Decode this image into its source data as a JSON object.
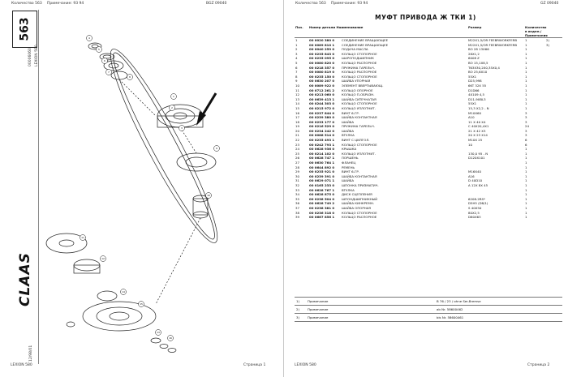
{
  "left_page": {
    "header": {
      "quantity": "Количество 563",
      "note": "Примечание: 93 94",
      "code": "BGZ 09040"
    },
    "section_number": "563",
    "vertical_codes": [
      "00006060",
      "LEXION 580"
    ],
    "diagram_callouts": [
      "1",
      "2",
      "3",
      "4",
      "5",
      "6",
      "7",
      "8",
      "9",
      "10",
      "11",
      "12",
      "13",
      "14",
      "15",
      "16",
      "17",
      "18",
      "19",
      "20",
      "21",
      "22",
      "23",
      "24",
      "25",
      "26",
      "27",
      "28",
      "29",
      "30",
      "31",
      "32",
      "33",
      "34",
      "35",
      "36",
      "37",
      "38"
    ],
    "brand": "CLAAS",
    "side_date": "12/98/01",
    "footer": {
      "model": "LEXION 580",
      "page": "Страница 1"
    }
  },
  "right_page": {
    "header": {
      "quantity": "Количество 563",
      "note": "Примечание: 93 94",
      "code": "GZ 09040"
    },
    "title": "МУФТ ПРИВОДА Ж ТКИ 1)",
    "columns": {
      "pos": "Поз.",
      "part": "Номер детали Наименование",
      "size": "Размер",
      "qty": "Количество в издел./ Примечания",
      "note": ""
    },
    "rows": [
      {
        "pos": "1",
        "part": "00 0020 380 0",
        "name": "СОЕДИНЕНИЕ ВРАЩАЮЩЕЕ",
        "size": "M22X1,5/OR FEEBRWORKFERB",
        "qty": "1",
        "note": "2)"
      },
      {
        "pos": "1",
        "part": "00 0089 810 1",
        "name": "СОЕДИНЕНИЕ ВРАЩАЮЩЕЕ",
        "size": "M22X1,5/OR FEEBRWORKFERB",
        "qty": "1",
        "note": "3)"
      },
      {
        "pos": "2",
        "part": "00 0040 259 0",
        "name": "ПОДАЧА МАСЛА",
        "size": "BO 28 13X66",
        "qty": "1",
        "note": ""
      },
      {
        "pos": "3",
        "part": "00 0235 843 0",
        "name": "КОЛЬЦО СТОПОРНОЕ",
        "size": "28X1,2",
        "qty": "1",
        "note": ""
      },
      {
        "pos": "4",
        "part": "00 0235 095 0",
        "name": "ШАРОПОДШИПНИК",
        "size": "6008 Z",
        "qty": "1",
        "note": ""
      },
      {
        "pos": "5",
        "part": "00 0080 820 0",
        "name": "КОЛЬЦО РАСПОРНОЕ",
        "size": "BO 15,1X8,5",
        "qty": "1",
        "note": ""
      },
      {
        "pos": "6",
        "part": "00 0218 357 0",
        "name": "ПРУЖИНА ТАРЕЛЬЧ.",
        "size": "T63X30,2X0,35X0,4",
        "qty": "1",
        "note": ""
      },
      {
        "pos": "7",
        "part": "00 0080 819 0",
        "name": "КОЛЬЦО РАСПОРНОЕ",
        "size": "BO 25,6X10",
        "qty": "1",
        "note": ""
      },
      {
        "pos": "8",
        "part": "00 0235 150 0",
        "name": "КОЛЬЦО СТОПОРНОЕ",
        "size": "55X1",
        "qty": "1",
        "note": ""
      },
      {
        "pos": "9",
        "part": "00 0630 207 0",
        "name": "ШАЙБА УПОРНАЯ",
        "size": "D25,998",
        "qty": "1",
        "note": ""
      },
      {
        "pos": "10",
        "part": "00 0089 922 0",
        "name": "ЭЛЕМЕНТ ВВЕРТЫВАЮЩ.",
        "size": "6KT 32X 55",
        "qty": "1",
        "note": ""
      },
      {
        "pos": "11",
        "part": "00 0712 261 2",
        "name": "КОЛЬЦО ОПОРНОЕ",
        "size": "D1D66",
        "qty": "1",
        "note": ""
      },
      {
        "pos": "12",
        "part": "00 0213 060 0",
        "name": "КОЛЬЦО П-ОБРАЗН.",
        "size": "4X109 4,5",
        "qty": "1",
        "note": ""
      },
      {
        "pos": "13",
        "part": "00 0639 413 1",
        "name": "ШАЙБА СИТЕЧНАТАЯ",
        "size": "D11,9XBL3",
        "qty": "1",
        "note": ""
      },
      {
        "pos": "14",
        "part": "00 0244 303 0",
        "name": "КОЛЬЦО СТОПОРНОЕ",
        "size": "55X1",
        "qty": "1",
        "note": ""
      },
      {
        "pos": "15",
        "part": "00 0215 972 0",
        "name": "КОЛЬЦО УПЛОТНИТ.",
        "size": "15,3 X2,2 - N",
        "qty": "1",
        "note": ""
      },
      {
        "pos": "16",
        "part": "00 0237 844 0",
        "name": "ВИНТ 6-ГР.",
        "size": "M10X60",
        "qty": "3",
        "note": ""
      },
      {
        "pos": "17",
        "part": "00 0239 380 0",
        "name": "ШАЙБА КОНТАКТНАЯ",
        "size": "A10",
        "qty": "3",
        "note": ""
      },
      {
        "pos": "18",
        "part": "00 0233 177 0",
        "name": "ШАЙБА",
        "size": "11 X 40 X4",
        "qty": "3",
        "note": ""
      },
      {
        "pos": "19",
        "part": "00 0216 529 0",
        "name": "ПРУЖИНА ТАРЕЛЬЧ.",
        "size": "C 40X20,4X1",
        "qty": "24",
        "note": ""
      },
      {
        "pos": "20",
        "part": "00 0234 242 0",
        "name": "ШАЙБА",
        "size": "21 X 42 X3",
        "qty": "3",
        "note": ""
      },
      {
        "pos": "21",
        "part": "00 0088 514 0",
        "name": "ВТУЛКА",
        "size": "20 X 23 X14",
        "qty": "3",
        "note": ""
      },
      {
        "pos": "22",
        "part": "00 0235 493 1",
        "name": "ВИНТ С ЦИЛГОЛ.",
        "size": "M10X 25",
        "qty": "6",
        "note": ""
      },
      {
        "pos": "23",
        "part": "00 0242 793 1",
        "name": "КОЛЬЦО СТОПОРНОЕ",
        "size": "10",
        "qty": "6",
        "note": ""
      },
      {
        "pos": "24",
        "part": "00 0628 936 0",
        "name": "КРЫШКА",
        "size": "",
        "qty": "1",
        "note": ""
      },
      {
        "pos": "25",
        "part": "00 0214 102 0",
        "name": "КОЛЬЦО УПЛОТНИТ.",
        "size": "130,0 95 - N",
        "qty": "1",
        "note": ""
      },
      {
        "pos": "26",
        "part": "00 0628 747 1",
        "name": "ПОРШЕНЬ",
        "size": "D120X101",
        "qty": "1",
        "note": ""
      },
      {
        "pos": "27",
        "part": "00 0630 764 1",
        "name": "ФЛАНЕЦ",
        "size": "",
        "qty": "1",
        "note": ""
      },
      {
        "pos": "28",
        "part": "00 0644 892 0",
        "name": "РЕМЕНЬ",
        "size": "",
        "qty": "1",
        "note": ""
      },
      {
        "pos": "29",
        "part": "00 0235 921 0",
        "name": "ВИНТ 6-ГР.",
        "size": "M16X40",
        "qty": "1",
        "note": ""
      },
      {
        "pos": "30",
        "part": "00 0239 391 0",
        "name": "ШАЙБА КОНТАКТНАЯ",
        "size": "A16",
        "qty": "1",
        "note": ""
      },
      {
        "pos": "31",
        "part": "00 0629 071 1",
        "name": "ШАЙБА",
        "size": "D 40D10",
        "qty": "1",
        "note": ""
      },
      {
        "pos": "32",
        "part": "00 0165 233 0",
        "name": "ШПОНКА ПРИЗМАТИЧ.",
        "size": "A 12X 8X 45",
        "qty": "1",
        "note": ""
      },
      {
        "pos": "33",
        "part": "00 0628 767 1",
        "name": "ВТУЛКА",
        "size": "",
        "qty": "1",
        "note": ""
      },
      {
        "pos": "34",
        "part": "00 0628 875 0",
        "name": "ДИСК СЦЕПЛЕНИЯ",
        "size": "",
        "qty": "1",
        "note": ""
      },
      {
        "pos": "35",
        "part": "00 0238 504 0",
        "name": "ШПОНДШИПНИКНЫЙ",
        "size": "6208-2RS*",
        "qty": "1",
        "note": ""
      },
      {
        "pos": "36",
        "part": "00 0628 749 2",
        "name": "ШАЙБА КИНКРЕМН.",
        "size": "D5H5 (D8/1)",
        "qty": "1",
        "note": ""
      },
      {
        "pos": "37",
        "part": "00 0238 381 0",
        "name": "ШАЙБА ОПОРНАЯ",
        "size": "S 40X50",
        "qty": "1",
        "note": ""
      },
      {
        "pos": "38",
        "part": "00 0236 318 0",
        "name": "КОЛЬЦО СТОПОРНОЕ",
        "size": "80X2,5",
        "qty": "1",
        "note": ""
      },
      {
        "pos": "39",
        "part": "00 0667 856 1",
        "name": "КОЛЬЦО РАСПОРНОЕ",
        "size": "D60X63",
        "qty": "1",
        "note": ""
      }
    ],
    "notes": [
      {
        "id": "1)",
        "label": "Примечание",
        "text": "B 76 / 23 / ohne Ser-Bremse"
      },
      {
        "id": "2)",
        "label": "Примечание",
        "text": "ab Nr. 58600462"
      },
      {
        "id": "3)",
        "label": "Примечание",
        "text": "bis Nr. 58600461"
      }
    ],
    "footer": {
      "model": "LEXION 580",
      "page": "Страница 2"
    }
  }
}
